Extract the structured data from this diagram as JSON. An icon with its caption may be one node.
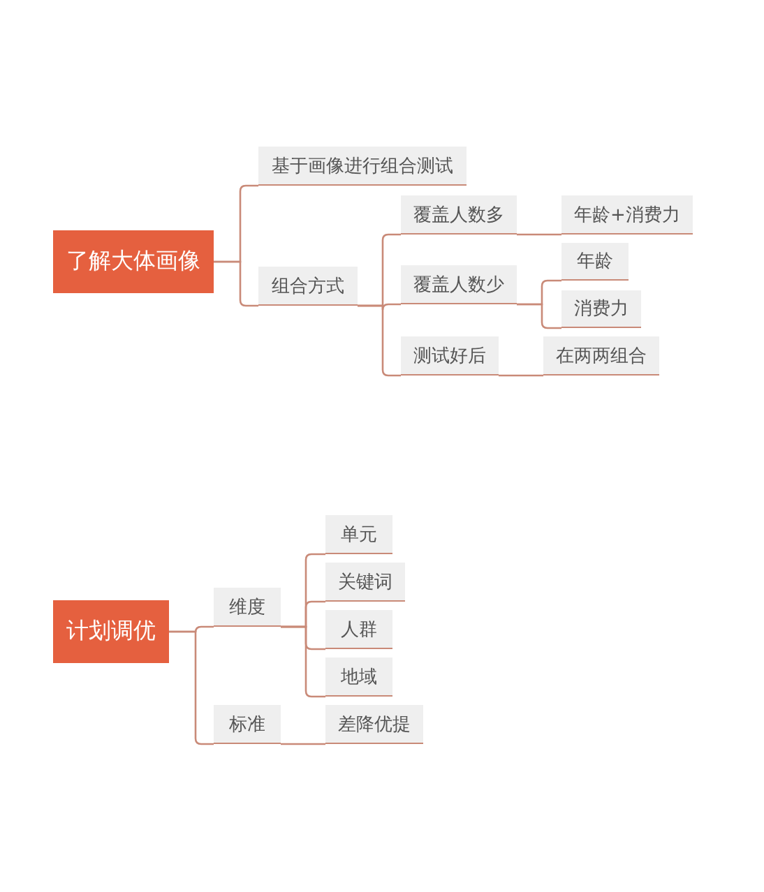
{
  "diagram": {
    "nodes": [
      {
        "text": [
          "了解大体画像"
        ]
      },
      {
        "text": [
          "基于画像进行组合测试"
        ]
      },
      {
        "text": [
          "组合方式"
        ]
      },
      {
        "text": [
          "覆盖人数多"
        ]
      },
      {
        "text": [
          "年龄+消费力"
        ]
      },
      {
        "text": [
          "覆盖人数少"
        ]
      },
      {
        "text": [
          "年龄"
        ]
      },
      {
        "text": [
          "消费力"
        ]
      },
      {
        "text": [
          "测试好后"
        ]
      },
      {
        "text": [
          "在两两组合"
        ]
      },
      {
        "text": [
          "计划调优"
        ]
      },
      {
        "text": [
          "维度"
        ]
      },
      {
        "text": [
          "标准"
        ]
      },
      {
        "text": [
          "单元"
        ]
      },
      {
        "text": [
          "关键词"
        ]
      },
      {
        "text": [
          "人群"
        ]
      },
      {
        "text": [
          "地域"
        ]
      },
      {
        "text": [
          "差降优提"
        ]
      }
    ],
    "edges": [
      {
        "from": 0,
        "to": 1,
        "arrow": "none"
      },
      {
        "from": 0,
        "to": 2,
        "arrow": "none"
      },
      {
        "from": 2,
        "to": 3,
        "arrow": "none"
      },
      {
        "from": 2,
        "to": 5,
        "arrow": "none"
      },
      {
        "from": 2,
        "to": 8,
        "arrow": "none"
      },
      {
        "from": 3,
        "to": 4,
        "arrow": "none"
      },
      {
        "from": 5,
        "to": 6,
        "arrow": "none"
      },
      {
        "from": 5,
        "to": 7,
        "arrow": "none"
      },
      {
        "from": 8,
        "to": 9,
        "arrow": "none"
      },
      {
        "from": 10,
        "to": 11,
        "arrow": "none"
      },
      {
        "from": 10,
        "to": 12,
        "arrow": "none"
      },
      {
        "from": 11,
        "to": 13,
        "arrow": "none"
      },
      {
        "from": 11,
        "to": 14,
        "arrow": "none"
      },
      {
        "from": 11,
        "to": 15,
        "arrow": "none"
      },
      {
        "from": 11,
        "to": 16,
        "arrow": "none"
      },
      {
        "from": 12,
        "to": 17,
        "arrow": "none"
      }
    ]
  }
}
